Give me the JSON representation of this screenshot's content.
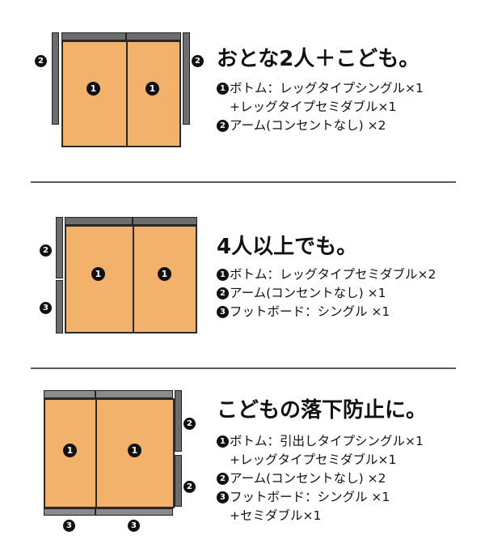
{
  "sections": [
    {
      "title": "おとな2人＋こども。",
      "items": [
        {
          "mark": "1",
          "text": "ボトム：レッグタイプシングル×1"
        },
        {
          "mark": "",
          "text": "+レッグタイプセミダブル×1"
        },
        {
          "mark": "2",
          "text": "アーム(コンセントなし) ×2"
        }
      ],
      "labels": {
        "mattress_left": "1",
        "mattress_right": "1",
        "arm_left": "2",
        "arm_right": "2"
      }
    },
    {
      "title": "4人以上でも。",
      "items": [
        {
          "mark": "1",
          "text": "ボトム：レッグタイプセミダブル×2"
        },
        {
          "mark": "2",
          "text": "アーム(コンセントなし) ×1"
        },
        {
          "mark": "3",
          "text": "フットボード：シングル ×1"
        }
      ],
      "labels": {
        "mattress_left": "1",
        "mattress_right": "1",
        "arm_left": "2",
        "foot_left": "3"
      }
    },
    {
      "title": "こどもの落下防止に。",
      "items": [
        {
          "mark": "1",
          "text": "ボトム：引出しタイプシングル×1"
        },
        {
          "mark": "",
          "text": "+レッグタイプセミダブル×1"
        },
        {
          "mark": "2",
          "text": "アーム(コンセントなし) ×2"
        },
        {
          "mark": "3",
          "text": "フットボード：シングル ×1"
        },
        {
          "mark": "",
          "text": "+セミダブル×1"
        }
      ],
      "labels": {
        "mattress_left": "1",
        "mattress_right": "1",
        "arm_right_top": "2",
        "arm_right_bottom": "2",
        "foot_left": "3",
        "foot_right": "3"
      }
    }
  ]
}
